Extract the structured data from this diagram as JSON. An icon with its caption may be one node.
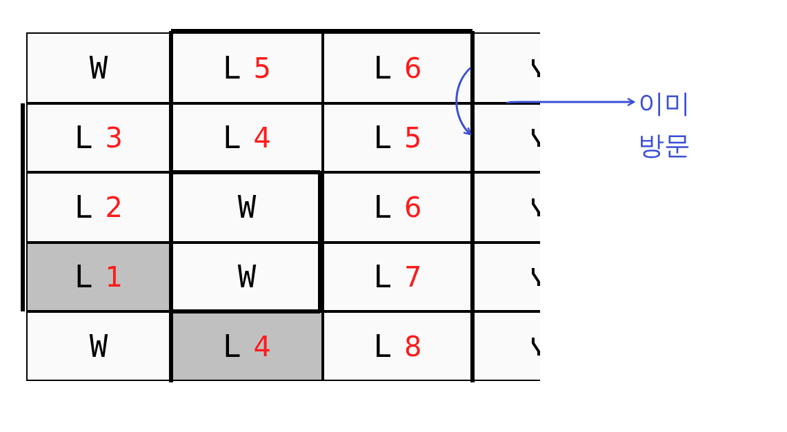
{
  "diagram": {
    "nodes": [
      {
        "text": [
          "W"
        ]
      },
      {
        "text": [
          "L",
          "5"
        ]
      },
      {
        "text": [
          "L",
          "6"
        ]
      },
      {
        "text": [],
        "shape": "box"
      },
      {
        "text": [
          "L",
          "3"
        ]
      },
      {
        "text": [
          "L",
          "4"
        ]
      },
      {
        "text": [
          "L",
          "5"
        ]
      },
      {
        "text": [],
        "shape": "box"
      },
      {
        "text": [
          "L",
          "2"
        ]
      },
      {
        "text": [
          "W"
        ]
      },
      {
        "text": [
          "L",
          "6"
        ]
      },
      {
        "text": [],
        "shape": "box"
      },
      {
        "text": [
          "L",
          "1"
        ]
      },
      {
        "text": [
          "W"
        ]
      },
      {
        "text": [
          "L",
          "7"
        ]
      },
      {
        "text": [],
        "shape": "box"
      },
      {
        "text": [
          "W"
        ]
      },
      {
        "text": [
          "L",
          "4"
        ]
      },
      {
        "text": [
          "L",
          "8"
        ]
      },
      {
        "text": [],
        "shape": "box"
      },
      {
        "text": [
          "이미 방문"
        ]
      }
    ],
    "edges": [
      {
        "from": 2,
        "to": 6,
        "arrow": "to"
      },
      {
        "from": 7,
        "to": 20,
        "arrow": "to"
      }
    ]
  }
}
